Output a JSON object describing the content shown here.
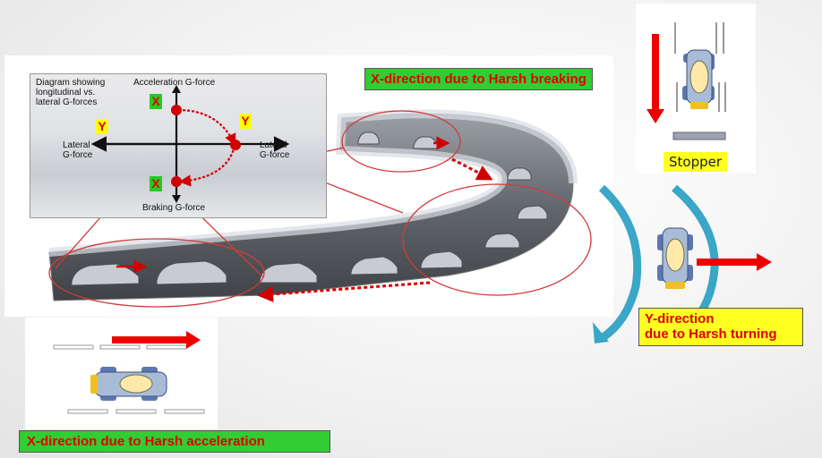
{
  "labels": {
    "braking": "X-direction due to Harsh breaking",
    "turning_line1": "Y-direction",
    "turning_line2": "due to Harsh turning",
    "acceleration": "X-direction due to Harsh acceleration",
    "stopper": "Stopper"
  },
  "gforce_diagram": {
    "caption_line1": "Diagram showing",
    "caption_line2": "longitudinal vs.",
    "caption_line3": "lateral G-forces",
    "acceleration": "Acceleration G-force",
    "braking": "Braking G-force",
    "lateral_left_1": "Lateral",
    "lateral_left_2": "G-force",
    "lateral_right_1": "Lateral",
    "lateral_right_2": "G-force",
    "tag_x": "X",
    "tag_y": "Y"
  },
  "colors": {
    "arrow_red": "#ee0000",
    "car_body": "#a8bcd8",
    "car_top": "#ffe9a8",
    "tire": "#5d78b0",
    "bumper": "#f0c020",
    "turn_arrow": "#3aa6c8"
  }
}
